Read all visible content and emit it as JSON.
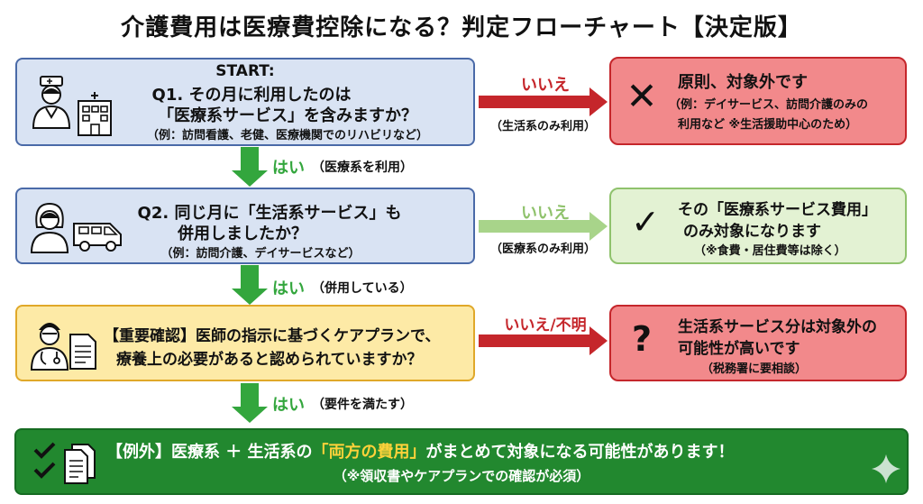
{
  "title": "介護費用は医療費控除になる？判定フローチャート【決定版】",
  "q1": {
    "start": "START:",
    "line1": "Q1. その月に利用したのは",
    "line2": "「医療系サービス」を含みますか？",
    "example": "（例：訪問看護、老健、医療機関でのリハビリなど）"
  },
  "q1_no": {
    "label": "いいえ",
    "note": "（生活系のみ利用）"
  },
  "a1": {
    "mark": "✕",
    "line1": "原則、対象外です",
    "line2": "（例：デイサービス、訪問介護のみの",
    "line3": "利用など ※生活援助中心のため）"
  },
  "q1_yes": {
    "label": "はい",
    "note": "（医療系を利用）"
  },
  "q2": {
    "line1": "Q2. 同じ月に「生活系サービス」も",
    "line2": "併用しましたか？",
    "example": "（例：訪問介護、デイサービスなど）"
  },
  "q2_no": {
    "label": "いいえ",
    "note": "（医療系のみ利用）"
  },
  "a2": {
    "mark": "✓",
    "line1": "その「医療系サービス費用」",
    "line2": "のみ対象になります",
    "line3": "（※食費・居住費等は除く）"
  },
  "q2_yes": {
    "label": "はい",
    "note": "（併用している）"
  },
  "q3": {
    "line1": "【重要確認】医師の指示に基づくケアプランで、",
    "line2": "療養上の必要があると認められていますか？"
  },
  "q3_no": {
    "label": "いいえ/不明"
  },
  "a3": {
    "mark": "?",
    "line1": "生活系サービス分は対象外の",
    "line2": "可能性が高いです",
    "line3": "（税務署に要相談）"
  },
  "q3_yes": {
    "label": "はい",
    "note": "（要件を満たす）"
  },
  "final": {
    "prefix": "【例外】医療系 ＋ 生活系の",
    "highlight": "「両方の費用」",
    "suffix": "がまとめて対象になる可能性があります！",
    "note": "（※領収書やケアプランでの確認が必須）"
  },
  "colors": {
    "red_arrow": "#c5262b",
    "light_green_arrow": "#a8d48a",
    "green_arrow": "#33a63d",
    "highlight": "#ffd23a"
  }
}
